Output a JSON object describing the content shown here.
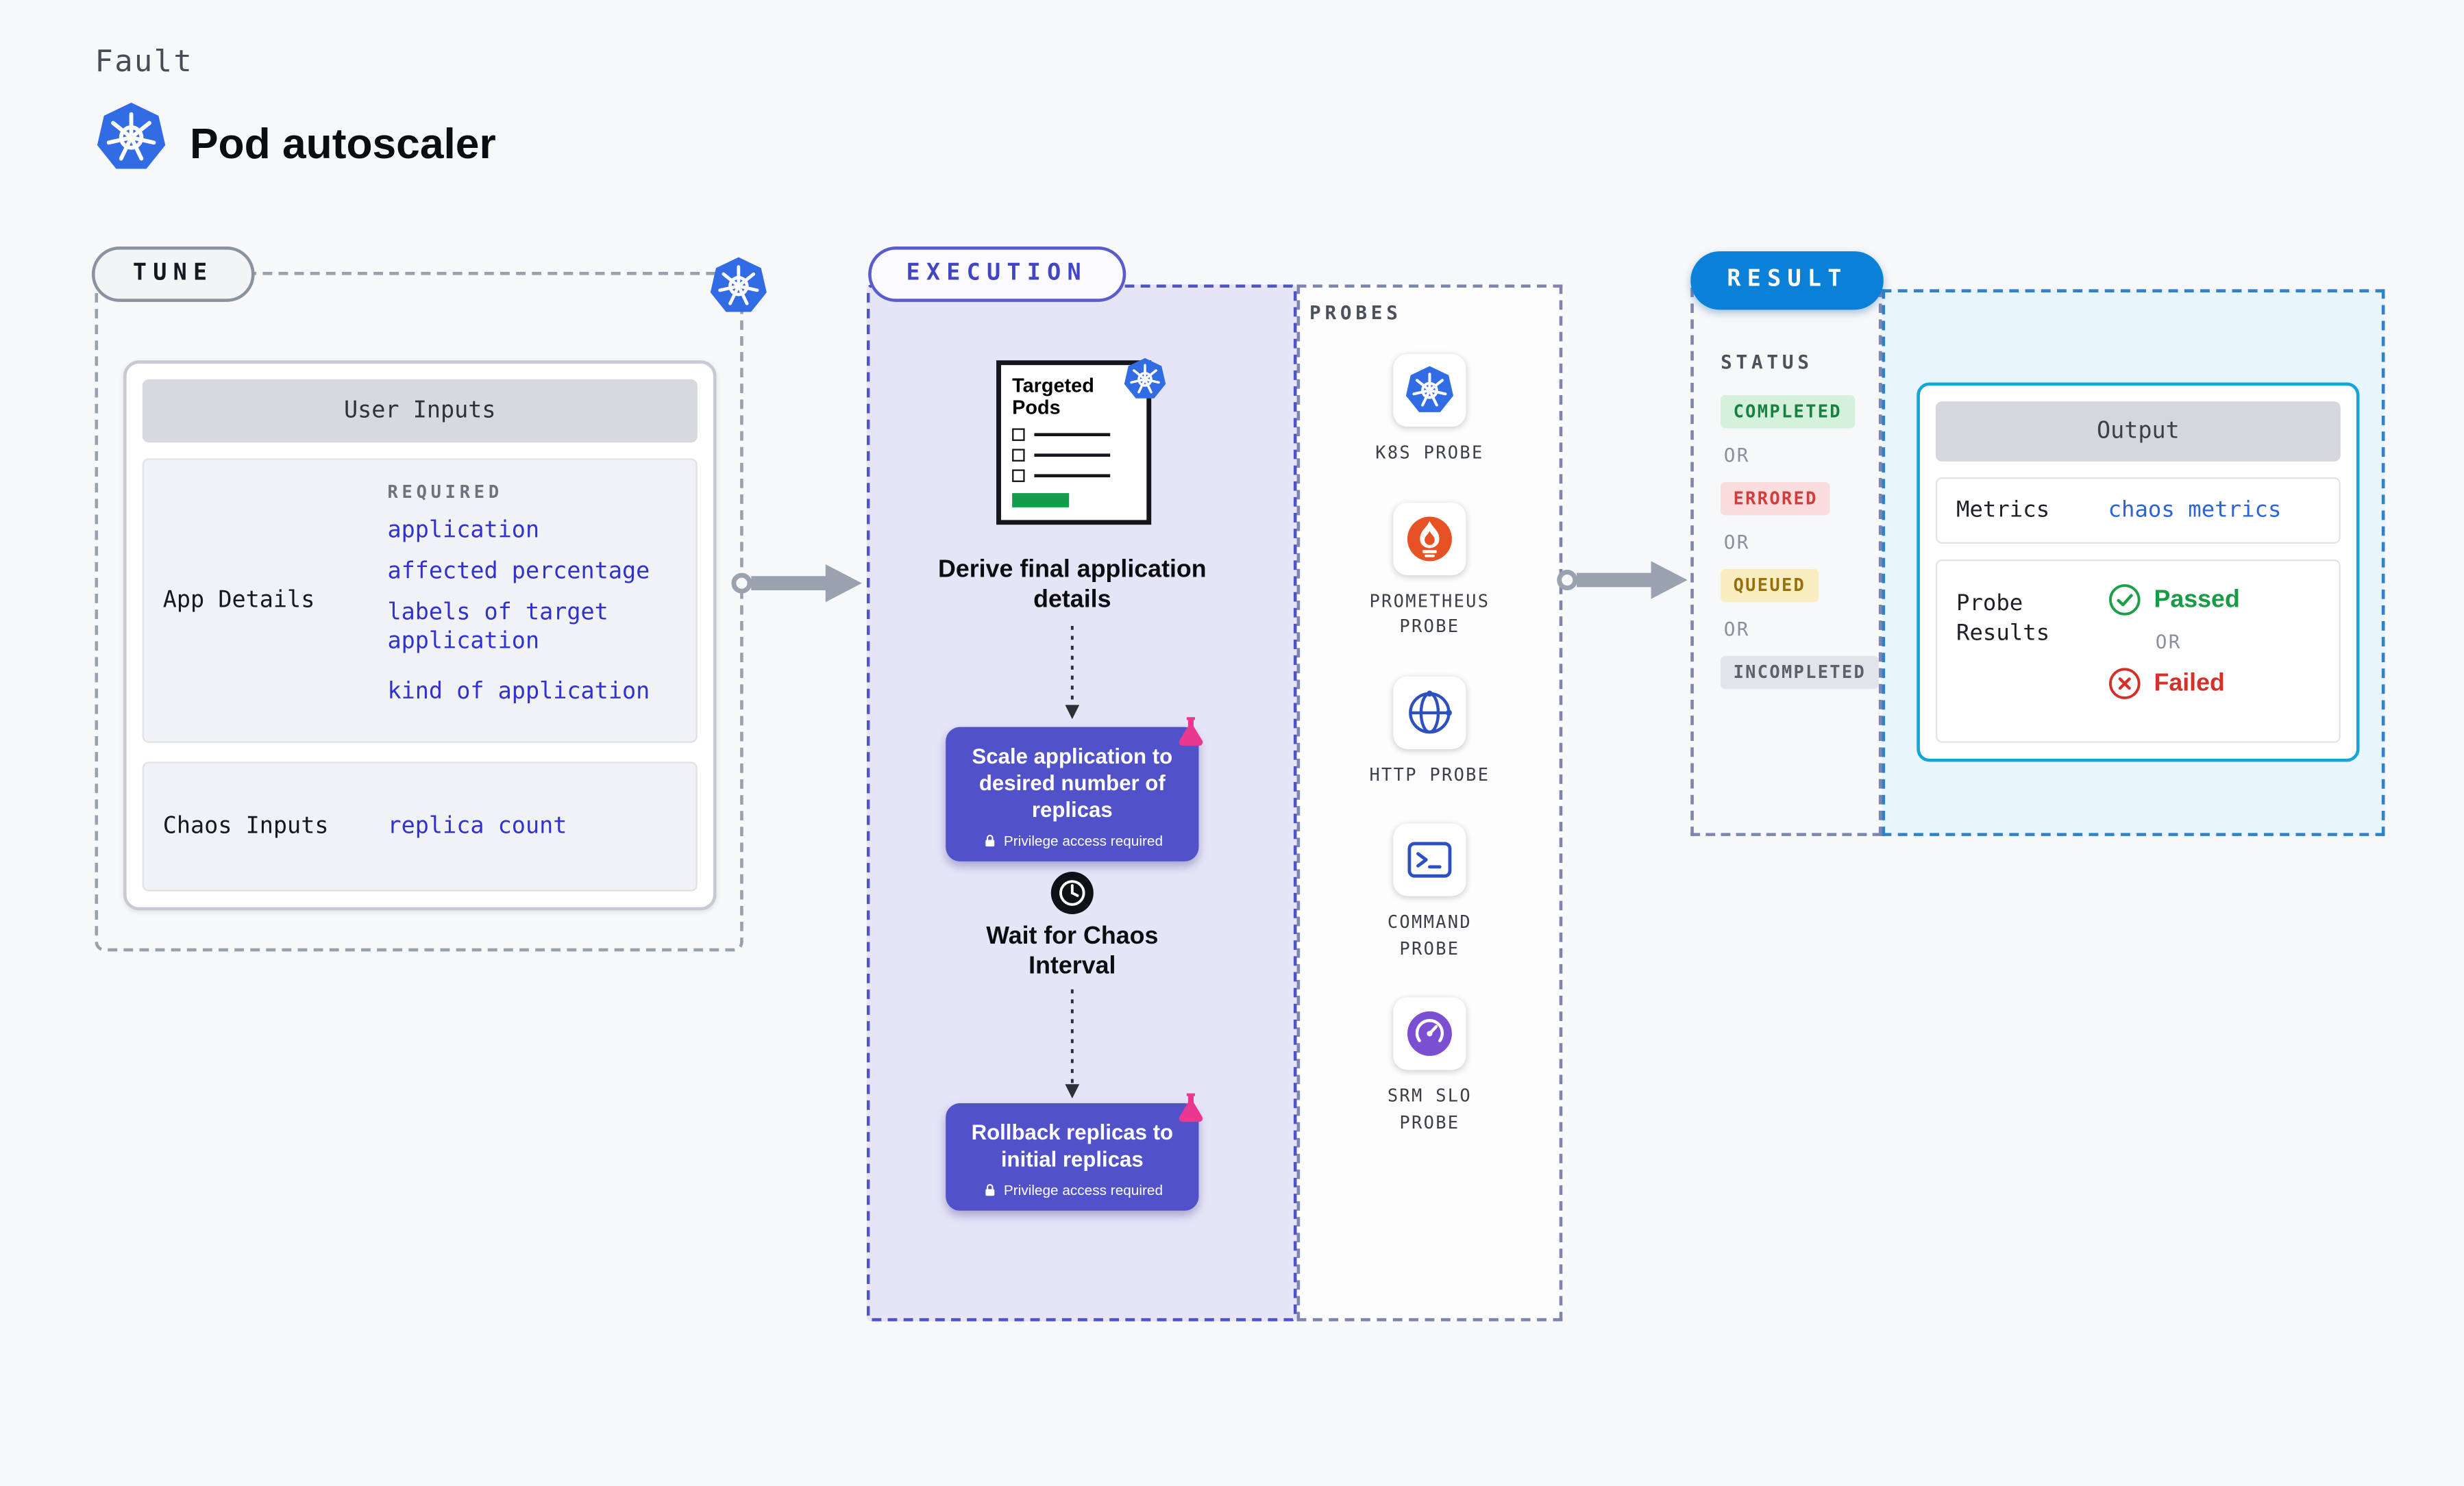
{
  "header": {
    "fault_label": "Fault",
    "title": "Pod autoscaler"
  },
  "tune": {
    "label": "TUNE",
    "card_title": "User Inputs",
    "app_details": {
      "label": "App Details",
      "required_label": "REQUIRED",
      "links": [
        "application",
        "affected percentage",
        "labels of target application",
        "kind of application"
      ]
    },
    "chaos_inputs": {
      "label": "Chaos Inputs",
      "link": "replica count"
    }
  },
  "execution": {
    "label": "EXECUTION",
    "targeted_pods": {
      "title": "Targeted Pods"
    },
    "derive_text": "Derive final application details",
    "scale_step": {
      "title": "Scale application to desired number of replicas",
      "badge": "Privilege access required"
    },
    "wait_text": "Wait for Chaos Interval",
    "rollback_step": {
      "title": "Rollback replicas to initial replicas",
      "badge": "Privilege access required"
    }
  },
  "probes": {
    "label": "PROBES",
    "items": [
      {
        "name": "K8S PROBE",
        "icon": "kubernetes-icon"
      },
      {
        "name": "PROMETHEUS PROBE",
        "icon": "prometheus-icon"
      },
      {
        "name": "HTTP PROBE",
        "icon": "globe-icon"
      },
      {
        "name": "COMMAND PROBE",
        "icon": "terminal-icon"
      },
      {
        "name": "SRM SLO PROBE",
        "icon": "gauge-icon"
      }
    ]
  },
  "result": {
    "label": "RESULT",
    "status_label": "STATUS",
    "or_label": "OR",
    "statuses": [
      {
        "text": "COMPLETED",
        "bg": "#d4f1dc",
        "color": "#1a7f42"
      },
      {
        "text": "ERRORED",
        "bg": "#fadcdc",
        "color": "#d13c3c"
      },
      {
        "text": "QUEUED",
        "bg": "#faeec0",
        "color": "#96700f"
      },
      {
        "text": "INCOMPLETED",
        "bg": "#e2e4e9",
        "color": "#5a606c"
      }
    ],
    "output": {
      "title": "Output",
      "metrics_label": "Metrics",
      "metrics_link": "chaos metrics",
      "probe_results_label": "Probe Results",
      "passed_label": "Passed",
      "failed_label": "Failed"
    }
  },
  "colors": {
    "kubernetes_blue": "#326ce5",
    "accent_indigo": "#5152c9",
    "link_indigo": "#3131cf",
    "link_blue": "#2c63d6",
    "result_blue": "#0a80d8",
    "output_border_cyan": "#14a5da",
    "prometheus_orange": "#e75225",
    "chaos_pink": "#e8388f",
    "passed_green": "#189b44",
    "failed_red": "#d33129"
  }
}
